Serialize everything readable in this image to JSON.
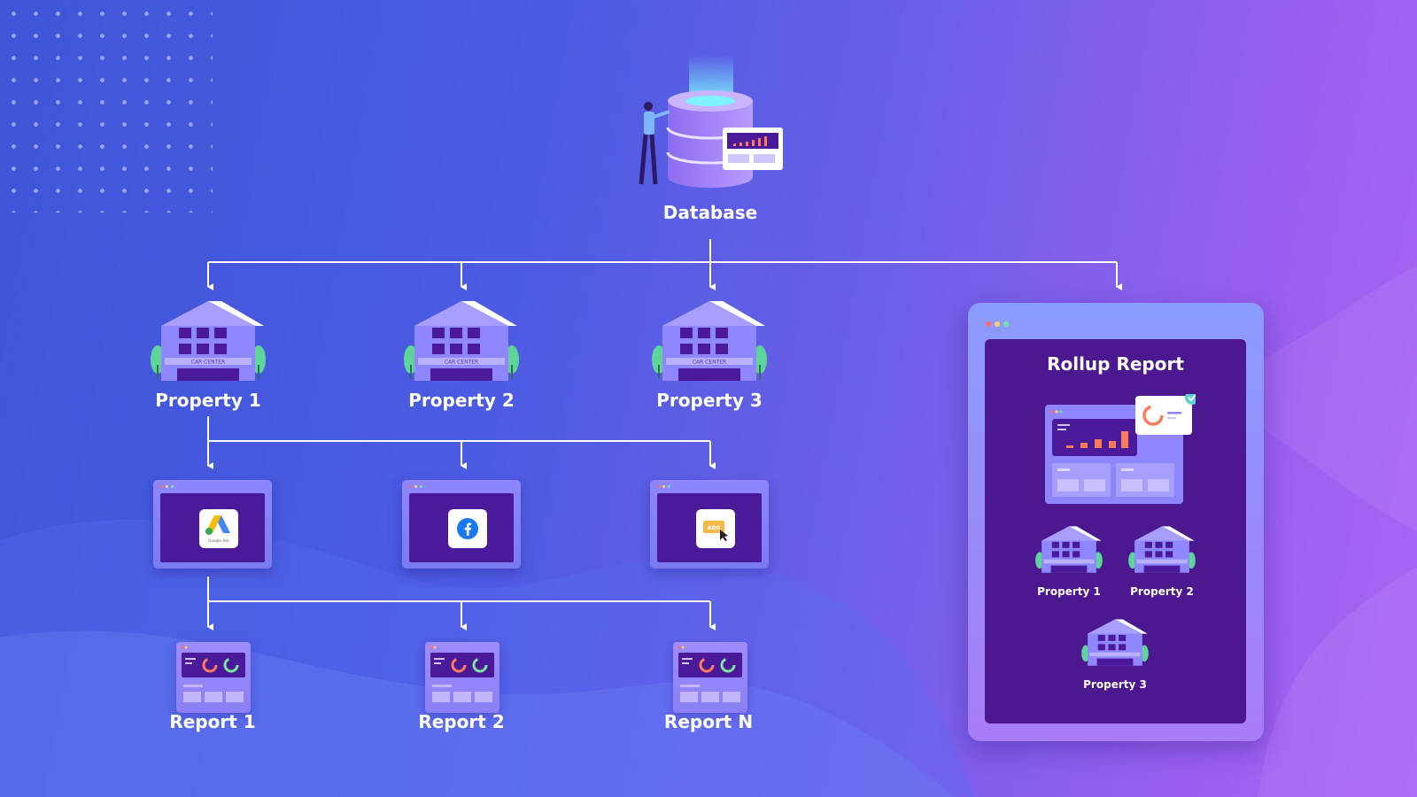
{
  "diagram": {
    "source": {
      "label": "Database"
    },
    "properties": [
      {
        "label": "Property 1",
        "sign": "CAR CENTER"
      },
      {
        "label": "Property 2",
        "sign": "CAR CENTER"
      },
      {
        "label": "Property 3",
        "sign": "CAR CENTER"
      }
    ],
    "ad_platforms": [
      {
        "icon": "google-ads-icon",
        "caption": "Google Ads"
      },
      {
        "icon": "facebook-icon",
        "caption": ""
      },
      {
        "icon": "ads-click-icon",
        "caption": "ADS"
      }
    ],
    "reports": [
      {
        "label": "Report 1"
      },
      {
        "label": "Report 2"
      },
      {
        "label": "Report N"
      }
    ],
    "rollup": {
      "title": "Rollup Report",
      "properties": [
        {
          "label": "Property 1"
        },
        {
          "label": "Property 2"
        },
        {
          "label": "Property 3"
        }
      ]
    },
    "colors": {
      "background_start": "#3f56d8",
      "background_end": "#a866f2",
      "building_body": "#8f87ff",
      "building_window": "#4a1a9a",
      "panel_inner": "#4c188f",
      "accent_orange": "#ff7a59",
      "accent_green": "#7de3a0",
      "tree": "#5ed39a"
    }
  }
}
